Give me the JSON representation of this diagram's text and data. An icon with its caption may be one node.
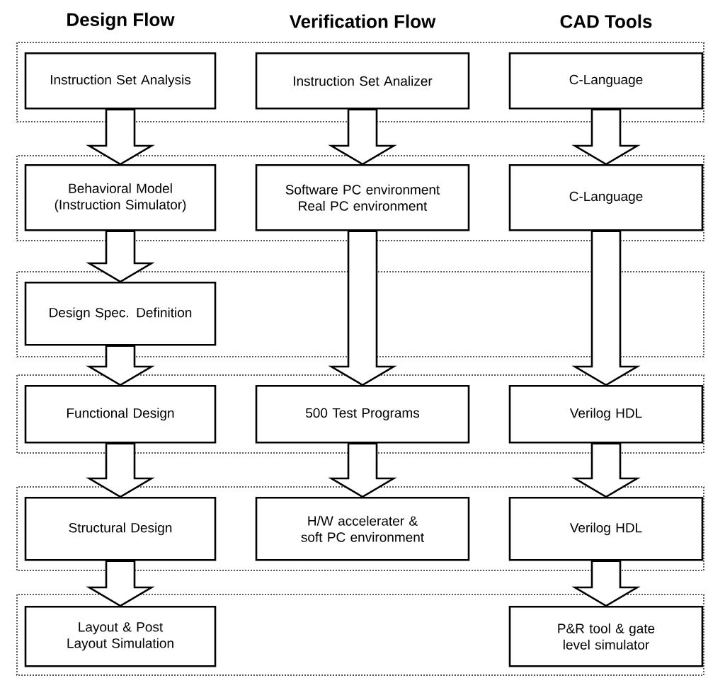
{
  "diagram": {
    "nodes": [
      {
        "text": [
          "Instruction Set Analysis"
        ]
      },
      {
        "text": [
          "Instruction Set Analizer"
        ]
      },
      {
        "text": [
          "C-Language"
        ]
      },
      {
        "text": [
          "Behavioral Model (Instruction Simulator)"
        ]
      },
      {
        "text": [
          "Software PC environment Real PC environment"
        ]
      },
      {
        "text": [
          "C-Language"
        ]
      },
      {
        "text": [
          "Design Spec. Definition"
        ]
      },
      {
        "text": [
          "Functional Design"
        ]
      },
      {
        "text": [
          "500 Test Programs"
        ]
      },
      {
        "text": [
          "Verilog HDL"
        ]
      },
      {
        "text": [
          "Structural Design"
        ]
      },
      {
        "text": [
          "H/W accelerater & soft PC environment"
        ]
      },
      {
        "text": [
          "Verilog HDL"
        ]
      },
      {
        "text": [
          "Layout & Post Layout Simulation"
        ]
      },
      {
        "text": [
          "P&R tool & gate level simulator"
        ]
      }
    ],
    "edges": [
      {
        "from": 0,
        "to": 3,
        "arrow": "to"
      },
      {
        "from": 3,
        "to": 6,
        "arrow": "to"
      },
      {
        "from": 6,
        "to": 7,
        "arrow": "to"
      },
      {
        "from": 7,
        "to": 10,
        "arrow": "to"
      },
      {
        "from": 10,
        "to": 13,
        "arrow": "to"
      },
      {
        "from": 1,
        "to": 4,
        "arrow": "to"
      },
      {
        "from": 4,
        "to": 8,
        "arrow": "to"
      },
      {
        "from": 8,
        "to": 11,
        "arrow": "to"
      },
      {
        "from": 2,
        "to": 5,
        "arrow": "to"
      },
      {
        "from": 5,
        "to": 9,
        "arrow": "to"
      },
      {
        "from": 9,
        "to": 12,
        "arrow": "to"
      },
      {
        "from": 12,
        "to": 14,
        "arrow": "to"
      }
    ],
    "labels": [
      "Design Flow",
      "Verification Flow",
      "CAD Tools"
    ]
  }
}
